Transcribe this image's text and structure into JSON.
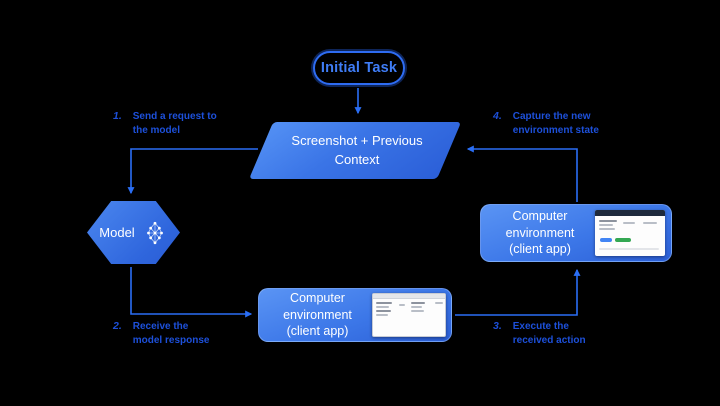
{
  "title": "Computer-use agent loop diagram",
  "colors": {
    "background": "#000000",
    "connector_blue": "#2a6ef5",
    "node_gradient_start": "#5a94f4",
    "node_gradient_end": "#2b5fd6",
    "pill_border_blue": "#2e6cf2",
    "pill_text_blue": "#3f7df6",
    "step_label_blue": "#1d50da",
    "node_text_white": "#ffffff",
    "thumbnail_accent_green": "#34a853",
    "thumbnail_accent_blue": "#4285f4"
  },
  "nodes": {
    "initial_task": "Initial Task",
    "screenshot_context": "Screenshot + Previous Context",
    "model": "Model",
    "computer_env_bottom": "Computer environment (client app)",
    "computer_env_right": "Computer environment (client app)"
  },
  "steps": [
    {
      "number": "1.",
      "label": "Send a request to the model"
    },
    {
      "number": "2.",
      "label": "Receive the model response"
    },
    {
      "number": "3.",
      "label": "Execute the received action"
    },
    {
      "number": "4.",
      "label": "Capture the new environment state"
    }
  ],
  "icons": {
    "model_icon": "neural-network-icon",
    "thumbnails": [
      "client-app-screenshot-light",
      "client-app-screenshot-dark-titlebar"
    ]
  }
}
